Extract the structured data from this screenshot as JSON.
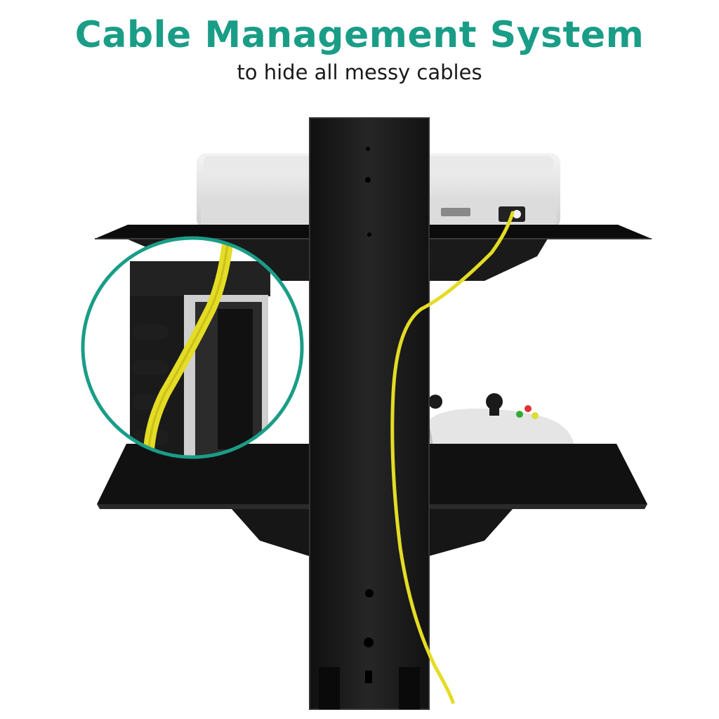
{
  "header": {
    "title": "Cable Management System",
    "subtitle": "to hide all messy cables"
  },
  "colors": {
    "title": "#1a9d87",
    "accent_circle": "#1a9d87",
    "cable": "#e4dc25",
    "shelf": "#111111",
    "pole": "#1c1c1c",
    "device": "#e6e6e6"
  },
  "illustration": {
    "subject": "wall-mounted floating shelf with cable channel",
    "icons": [
      "magnifier-inset",
      "game-console",
      "game-controller",
      "yellow-cable"
    ]
  }
}
